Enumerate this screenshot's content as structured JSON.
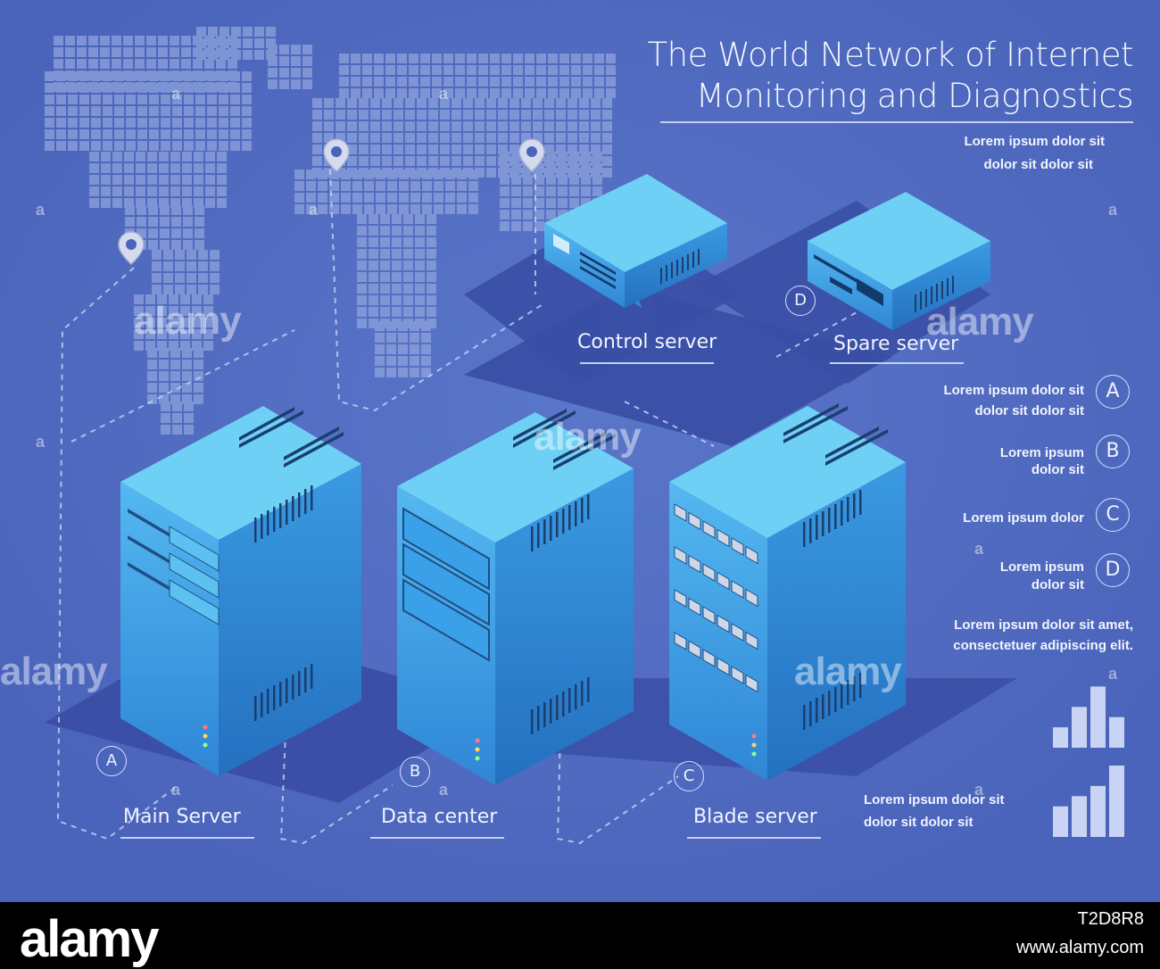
{
  "title": {
    "line1": "The World Network of Internet",
    "line2": "Monitoring and Diagnostics"
  },
  "descriptions": {
    "top_1": "Lorem ipsum dolor sit",
    "top_2": "dolor sit  dolor sit",
    "a_1": "Lorem ipsum dolor sit",
    "a_2": "dolor sit  dolor sit",
    "b_1": "Lorem ipsum",
    "b_2": "dolor sit",
    "c_1": "Lorem ipsum dolor",
    "d_1": "Lorem ipsum",
    "d_2": "dolor sit",
    "long_1": "Lorem ipsum dolor sit amet,",
    "long_2": "consectetuer adipiscing elit.",
    "bottom_1": "Lorem ipsum dolor sit",
    "bottom_2": "dolor sit  dolor sit"
  },
  "legend_letters": [
    "A",
    "B",
    "C",
    "D"
  ],
  "servers": {
    "main": {
      "letter": "A",
      "label": "Main Server"
    },
    "data_center": {
      "letter": "B",
      "label": "Data center"
    },
    "blade": {
      "letter": "C",
      "label": "Blade server"
    },
    "control": {
      "label": "Control server"
    },
    "spare": {
      "letter": "D",
      "label": "Spare server"
    }
  },
  "bar_icons": [
    {
      "values": [
        2,
        4,
        6,
        3
      ]
    },
    {
      "values": [
        3,
        4,
        5,
        7
      ]
    }
  ],
  "watermark": {
    "text": "alamy",
    "mark": "a",
    "image_id": "T2D8R8",
    "url": "www.alamy.com"
  },
  "colors": {
    "background": "#4a64bb",
    "server_front": "#3d9be0",
    "server_side": "#2a78c8",
    "server_top": "#6fd0f5",
    "shadow": "#3a4fa5"
  }
}
